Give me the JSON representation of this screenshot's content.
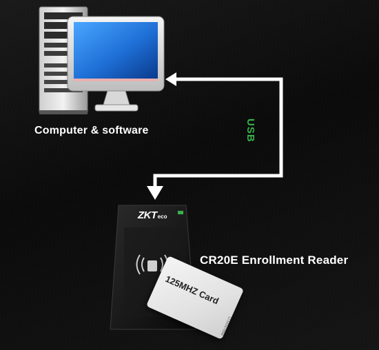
{
  "labels": {
    "computer": "Computer & software",
    "reader": "CR20E Enrollment Reader",
    "connection": "USB"
  },
  "reader": {
    "brand": "ZKT",
    "brand_suffix": "eco"
  },
  "card": {
    "title": "125MHZ Card",
    "serial": "1234567890"
  },
  "colors": {
    "background": "#0d0d0d",
    "arrow": "#ffffff",
    "usb_text": "#38b24a",
    "screen": "#1e6fd6"
  }
}
